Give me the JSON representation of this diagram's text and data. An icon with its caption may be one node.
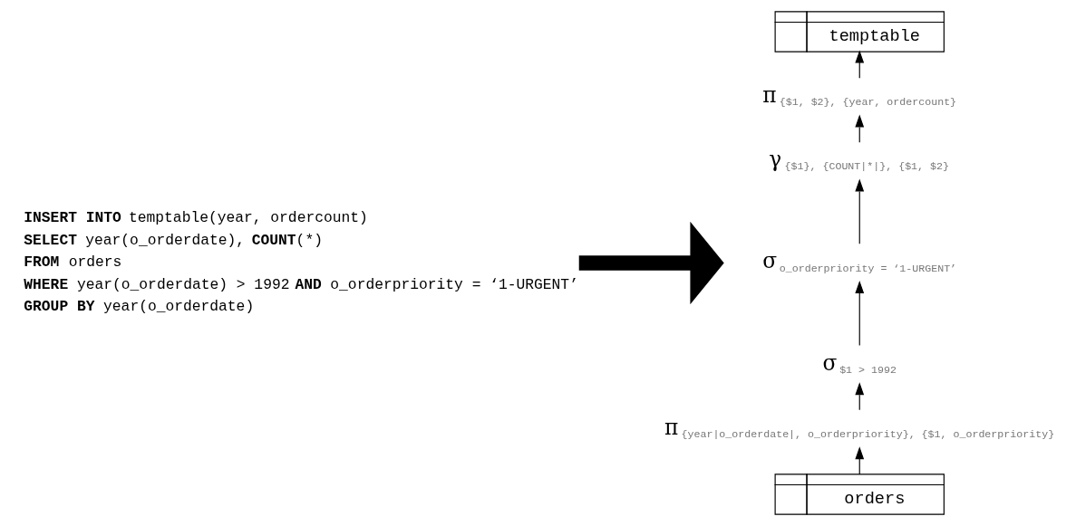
{
  "diagram": {
    "nodes": [
      {
        "text": [
          "**INSERT INTO** temptable(year, ordercount)",
          "**SELECT** year(o_orderdate), **COUNT**(*)",
          "**FROM** orders",
          "**WHERE** year(o_orderdate) > 1992 **AND** o_orderpriority = ‘1-URGENT’",
          "**GROUP BY** year(o_orderdate)"
        ]
      },
      {
        "text": [
          "temptable"
        ]
      },
      {
        "text": [
          "π"
        ],
        "beside": [
          "{$1, $2}, {year, ordercount}"
        ]
      },
      {
        "text": [
          "γ"
        ],
        "beside": [
          "{$1}, {COUNT|*|}, {$1, $2}"
        ]
      },
      {
        "text": [
          "σ"
        ],
        "beside": [
          "o_orderpriority = ‘1-URGENT’"
        ]
      },
      {
        "text": [
          "σ"
        ],
        "beside": [
          "$1 > 1992"
        ]
      },
      {
        "text": [
          "π"
        ],
        "beside": [
          "{year|o_orderdate|, o_orderpriority}, {$1, o_orderpriority}"
        ]
      },
      {
        "text": [
          "orders"
        ]
      }
    ],
    "edges": [
      {
        "from": 0,
        "to": null,
        "arrow": "to",
        "style": "thick"
      },
      {
        "from": 7,
        "to": 6,
        "arrow": "to"
      },
      {
        "from": 6,
        "to": 5,
        "arrow": "to"
      },
      {
        "from": 5,
        "to": 4,
        "arrow": "to"
      },
      {
        "from": 4,
        "to": 3,
        "arrow": "to"
      },
      {
        "from": 3,
        "to": 2,
        "arrow": "to"
      },
      {
        "from": 2,
        "to": 1,
        "arrow": "to"
      }
    ]
  }
}
